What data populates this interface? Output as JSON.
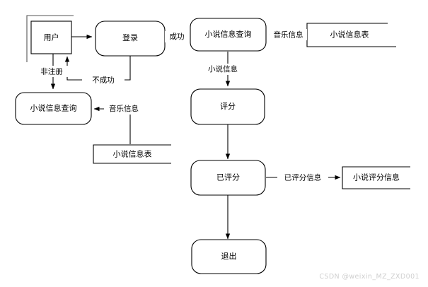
{
  "diagram": {
    "title": "novel-system-dataflow",
    "nodes": {
      "user": {
        "label": "用户",
        "type": "external-entity"
      },
      "login": {
        "label": "登录",
        "type": "process"
      },
      "novel_query_left": {
        "label": "小说信息查询",
        "type": "process"
      },
      "novel_query_top": {
        "label": "小说信息查询",
        "type": "process"
      },
      "rating": {
        "label": "评分",
        "type": "process"
      },
      "rated": {
        "label": "已评分",
        "type": "process"
      },
      "exit": {
        "label": "退出",
        "type": "process"
      }
    },
    "datastores": {
      "novel_info_table_top": {
        "label": "小说信息表"
      },
      "novel_info_table_mid": {
        "label": "小说信息表"
      },
      "novel_rating_info": {
        "label": "小说评分信息"
      }
    },
    "edge_labels": {
      "not_registered": "非注册",
      "success": "成功",
      "not_success": "不成功",
      "music_info_top": "音乐信息",
      "music_info_left": "音乐信息",
      "novel_info": "小说信息",
      "rated_info": "已评分信息"
    },
    "colors": {
      "stroke": "#000000",
      "background": "#ffffff",
      "bracket": "#555555",
      "watermark": "#cfcfcf"
    }
  },
  "watermark": {
    "text": "CSDN @weixin_MZ_ZXD001"
  }
}
